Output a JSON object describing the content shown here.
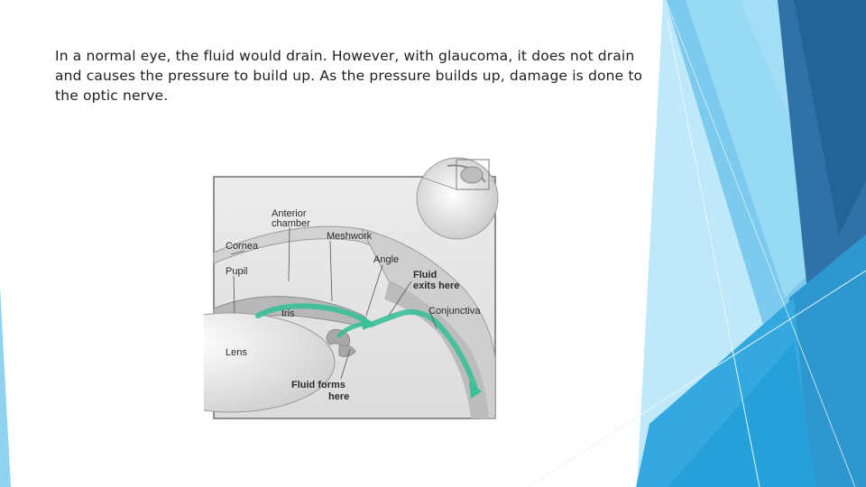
{
  "slide": {
    "body_text": "In a normal eye, the fluid would drain. However, with glaucoma, it does not drain and causes the pressure to build up. As the pressure builds up, damage is done to the optic nerve."
  },
  "diagram": {
    "labels": {
      "anterior_chamber_1": "Anterior",
      "anterior_chamber_2": "chamber",
      "cornea": "Cornea",
      "meshwork": "Meshwork",
      "pupil": "Pupil",
      "angle": "Angle",
      "fluid_exits_1": "Fluid",
      "fluid_exits_2": "exits here",
      "iris": "Iris",
      "conjunctiva": "Conjunctiva",
      "lens": "Lens",
      "fluid_forms_1": "Fluid forms",
      "fluid_forms_2": "here"
    }
  },
  "colors": {
    "accent_dark": "#2a6aa0",
    "accent_mid": "#3fa9de",
    "accent_light": "#9fd9f3",
    "fluid_green": "#3bbf98",
    "text": "#1e1e1e"
  },
  "icons": [
    "eye-cross-section-illustration"
  ]
}
